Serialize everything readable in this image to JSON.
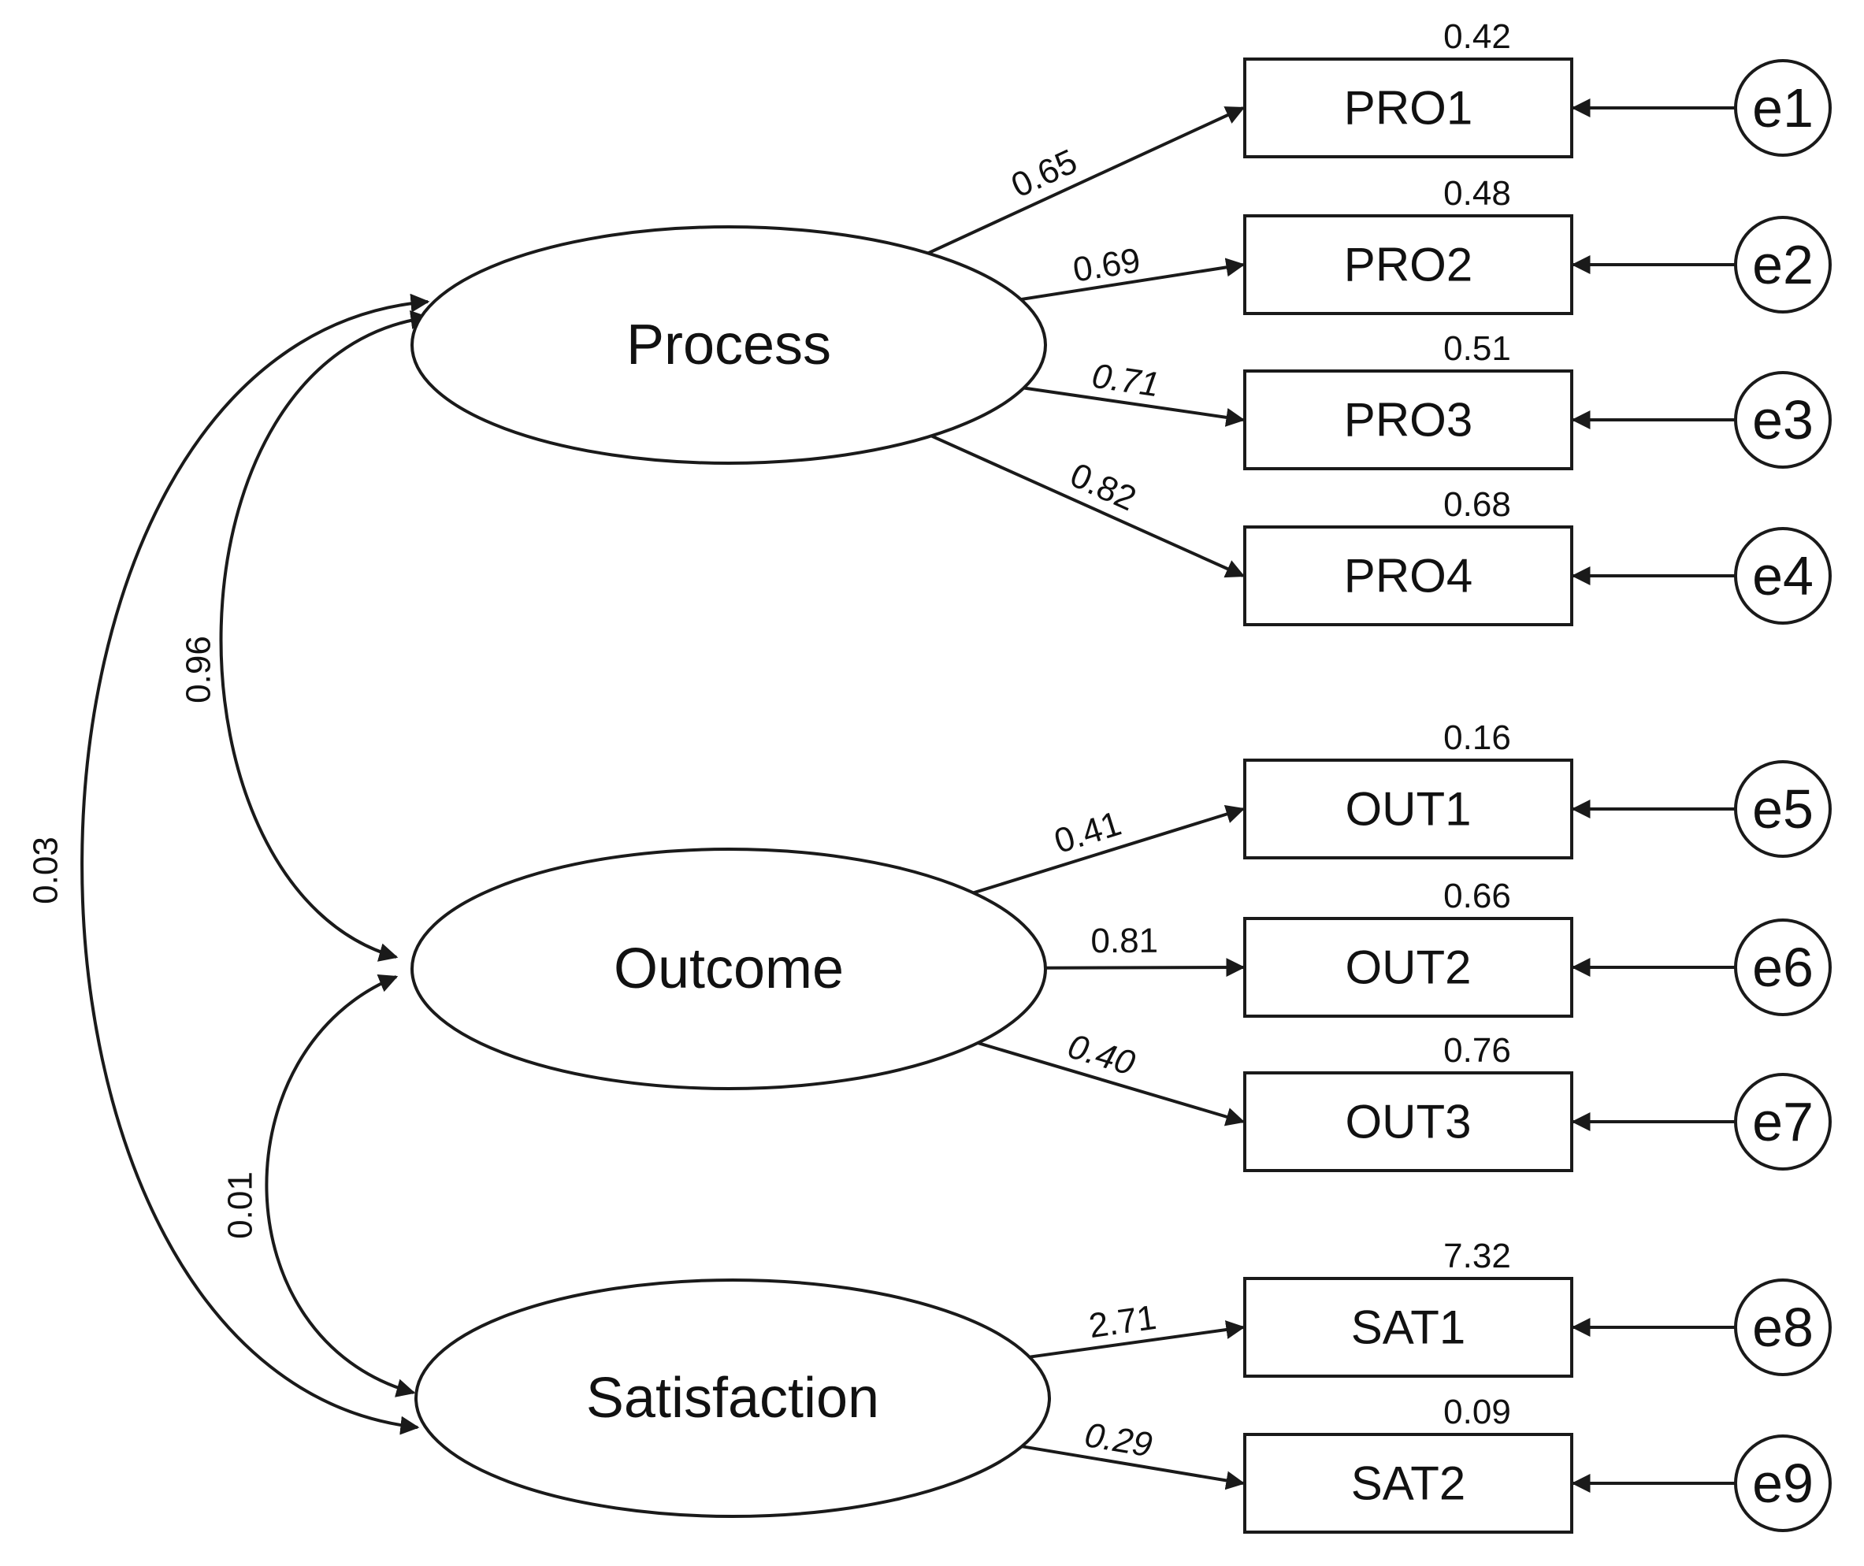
{
  "latents": [
    {
      "id": "process",
      "label": "Process"
    },
    {
      "id": "outcome",
      "label": "Outcome"
    },
    {
      "id": "satisfaction",
      "label": "Satisfaction"
    }
  ],
  "indicators": [
    {
      "id": "pro1",
      "label": "PRO1",
      "factor": "process",
      "loading": "0.65",
      "r2": "0.42",
      "error": "e1"
    },
    {
      "id": "pro2",
      "label": "PRO2",
      "factor": "process",
      "loading": "0.69",
      "r2": "0.48",
      "error": "e2"
    },
    {
      "id": "pro3",
      "label": "PRO3",
      "factor": "process",
      "loading": "0.71",
      "r2": "0.51",
      "error": "e3"
    },
    {
      "id": "pro4",
      "label": "PRO4",
      "factor": "process",
      "loading": "0.82",
      "r2": "0.68",
      "error": "e4"
    },
    {
      "id": "out1",
      "label": "OUT1",
      "factor": "outcome",
      "loading": "0.41",
      "r2": "0.16",
      "error": "e5"
    },
    {
      "id": "out2",
      "label": "OUT2",
      "factor": "outcome",
      "loading": "0.81",
      "r2": "0.66",
      "error": "e6"
    },
    {
      "id": "out3",
      "label": "OUT3",
      "factor": "outcome",
      "loading": "0.40",
      "r2": "0.76",
      "error": "e7"
    },
    {
      "id": "sat1",
      "label": "SAT1",
      "factor": "satisfaction",
      "loading": "2.71",
      "r2": "7.32",
      "error": "e8"
    },
    {
      "id": "sat2",
      "label": "SAT2",
      "factor": "satisfaction",
      "loading": "0.29",
      "r2": "0.09",
      "error": "e9"
    }
  ],
  "covariances": [
    {
      "from": "process",
      "to": "outcome",
      "value": "0.96"
    },
    {
      "from": "outcome",
      "to": "satisfaction",
      "value": "0.01"
    },
    {
      "from": "process",
      "to": "satisfaction",
      "value": "0.03"
    }
  ]
}
